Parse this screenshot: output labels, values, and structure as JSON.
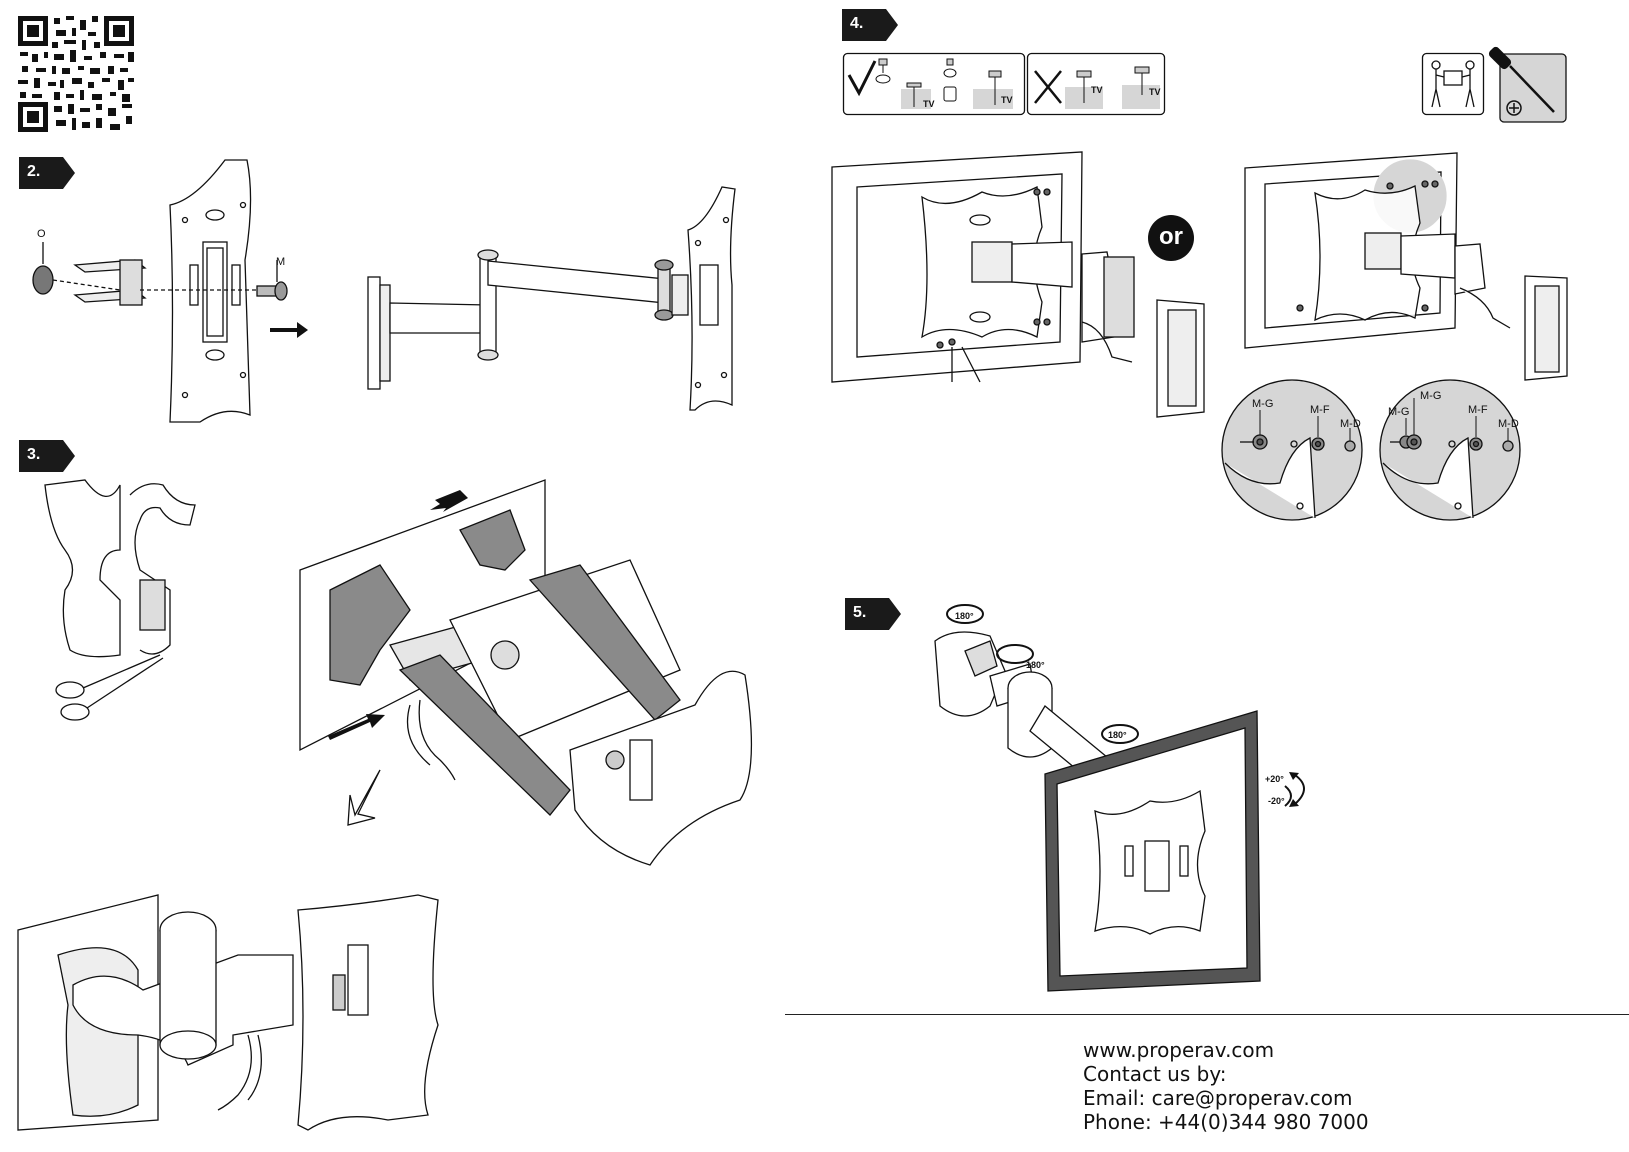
{
  "steps": {
    "s2": "2.",
    "s3": "3.",
    "s4": "4.",
    "s5": "5."
  },
  "step2_callouts": {
    "o": "O",
    "m": "M"
  },
  "step4": {
    "tv_label_1": "TV",
    "tv_label_2": "TV",
    "tv_label_3": "TV",
    "tv_label_4": "TV",
    "or_label": "or",
    "detail_left": {
      "mg": "M-G",
      "mf": "M-F",
      "md": "M-D"
    },
    "detail_right": {
      "mg_top": "M-G",
      "mg": "M-G",
      "mf": "M-F",
      "md": "M-D"
    }
  },
  "step5": {
    "rotate_1": "180°",
    "rotate_2": "180°",
    "rotate_3": "180°",
    "tilt_up": "+20°",
    "tilt_down": "-20°"
  },
  "contact": {
    "website": "www.properav.com",
    "contact_line": "Contact us by:",
    "email_line": "Email: care@properav.com",
    "phone_line": "Phone: +44(0)344 980 7000"
  },
  "icons": [
    "qr-code-icon",
    "two-person-lift-icon",
    "phillips-screwdriver-icon",
    "arrow-icon",
    "rotate-icon"
  ],
  "colors": {
    "badge": "#1a1a1a",
    "shade": "#8a8a8a",
    "light_shade": "#d6d6d6"
  }
}
